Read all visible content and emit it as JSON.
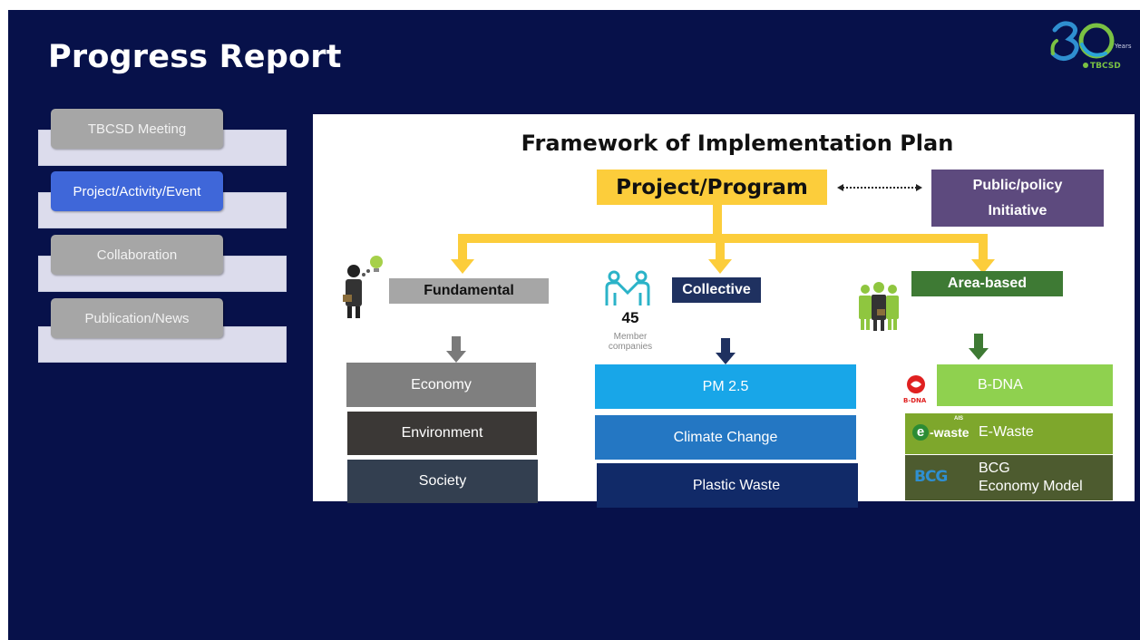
{
  "slide": {
    "title": "Progress Report"
  },
  "logo": {
    "number": "30",
    "years": "Years",
    "org": "TBCSD"
  },
  "nav": {
    "items": [
      {
        "label": "TBCSD Meeting",
        "active": false
      },
      {
        "label": "Project/Activity/Event",
        "active": true
      },
      {
        "label": "Collaboration",
        "active": false
      },
      {
        "label": "Publication/News",
        "active": false
      }
    ]
  },
  "framework": {
    "title": "Framework of Implementation Plan",
    "project_program": "Project/Program",
    "public_policy_line1": "Public/policy",
    "public_policy_line2": "Initiative",
    "fundamental": {
      "label": "Fundamental",
      "items": [
        "Economy",
        "Environment",
        "Society"
      ]
    },
    "collective": {
      "label": "Collective",
      "member_count": "45",
      "member_label_line1": "Member",
      "member_label_line2": "companies",
      "items": [
        "PM 2.5",
        "Climate Change",
        "Plastic Waste"
      ]
    },
    "area_based": {
      "label": "Area-based",
      "items": [
        "B-DNA",
        "E-Waste",
        "BCG",
        "Economy Model"
      ],
      "bdna_logo_text": "B-DNA",
      "ewaste_logo_e": "e",
      "ewaste_logo_text": "-waste",
      "ewaste_logo_ais": "AIS",
      "bcg_logo_text": "BCG"
    }
  },
  "colors": {
    "background": "#07114a",
    "active_nav": "#3f67d9",
    "inactive_nav": "#a6a6a6",
    "project_program": "#fccd3b",
    "public_policy": "#5d4a7e",
    "fundamental": "#a6a6a6",
    "collective": "#1f3160",
    "area_based": "#3e7a34"
  }
}
